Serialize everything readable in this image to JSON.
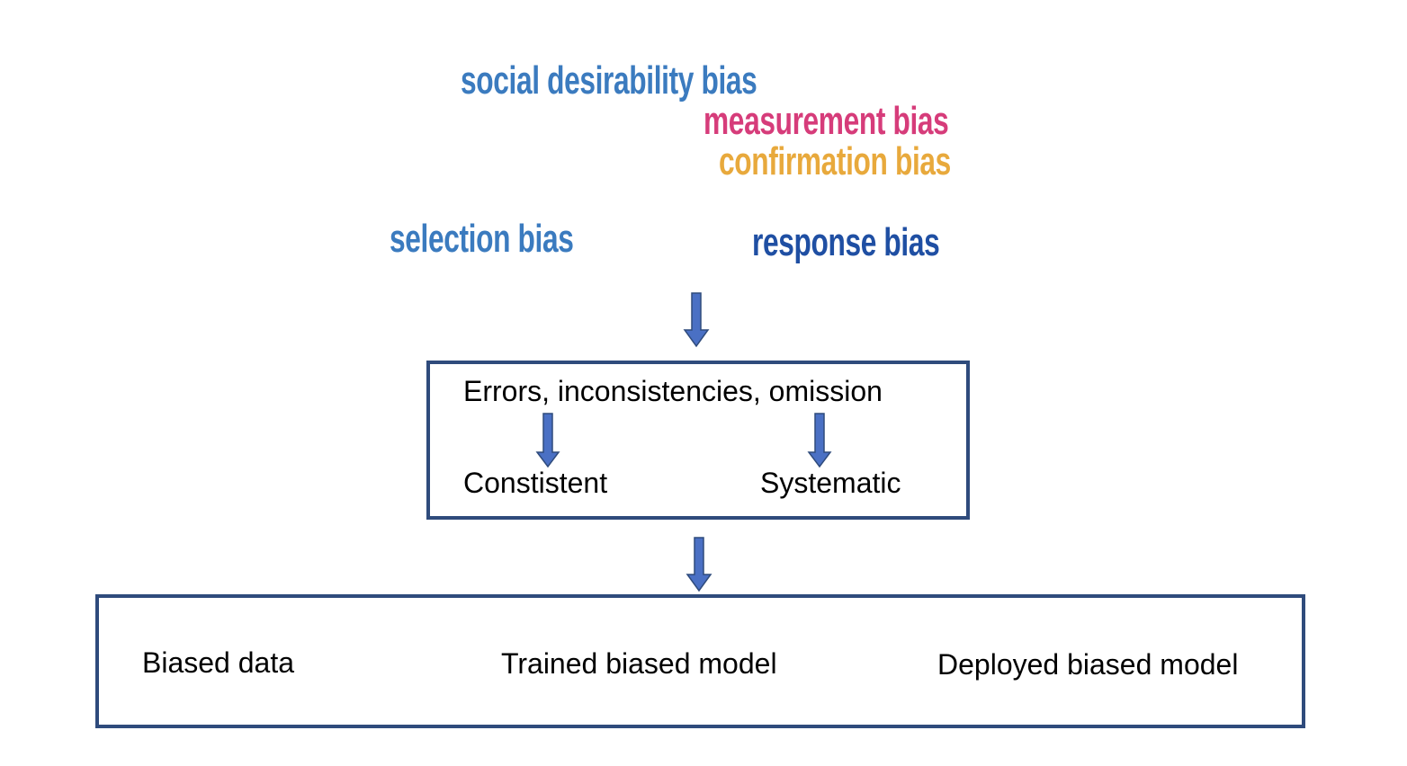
{
  "bias_terms": [
    {
      "id": "social-desirability",
      "text": "social desirability bias",
      "color": "#3b7bbf"
    },
    {
      "id": "measurement",
      "text": "measurement bias",
      "color": "#d63c7a"
    },
    {
      "id": "confirmation",
      "text": "confirmation bias",
      "color": "#e8a93c"
    },
    {
      "id": "selection",
      "text": "selection bias",
      "color": "#3b7bbf"
    },
    {
      "id": "response",
      "text": "response bias",
      "color": "#1f4fa3"
    }
  ],
  "error_box": {
    "heading": "Errors, inconsistencies, omission",
    "left_label": "Constistent",
    "right_label": "Systematic"
  },
  "outcome_box": {
    "items": [
      "Biased data",
      "Trained biased model",
      "Deployed biased model"
    ]
  },
  "colors": {
    "arrow_fill": "#4a70c4",
    "arrow_stroke": "#2f4b7c",
    "box_border": "#2f4b7c"
  }
}
